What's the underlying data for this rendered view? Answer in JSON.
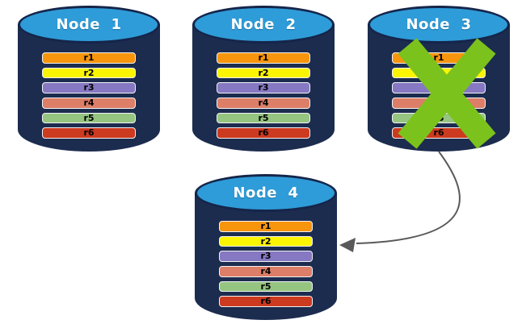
{
  "diagram": {
    "colors": {
      "background": "#FFFFFF",
      "cylinder_body": "#1C2C4F",
      "cylinder_rim": "#15254A",
      "cylinder_top": "#2E9CD8",
      "node_title_text": "#FFFFFF",
      "row_text": "#000000",
      "row_border": "#F2F2F2",
      "failure_x": "#7CC21D",
      "arrow": "#595959"
    },
    "row_colors": [
      "#F7950D",
      "#FBF402",
      "#8678C2",
      "#DC7E68",
      "#95C580",
      "#CC3A1F"
    ],
    "nodes": [
      {
        "id": "node-1",
        "label": "Node  1",
        "failed": false,
        "rows": [
          "r1",
          "r2",
          "r3",
          "r4",
          "r5",
          "r6"
        ]
      },
      {
        "id": "node-2",
        "label": "Node  2",
        "failed": false,
        "rows": [
          "r1",
          "r2",
          "r3",
          "r4",
          "r5",
          "r6"
        ]
      },
      {
        "id": "node-3",
        "label": "Node  3",
        "failed": true,
        "rows": [
          "r1",
          "r2",
          "r3",
          "r4",
          "r5",
          "r6"
        ]
      },
      {
        "id": "node-4",
        "label": "Node  4",
        "failed": false,
        "rows": [
          "r1",
          "r2",
          "r3",
          "r4",
          "r5",
          "r6"
        ]
      }
    ],
    "arrow": {
      "from": "node-3",
      "to": "node-4"
    }
  }
}
